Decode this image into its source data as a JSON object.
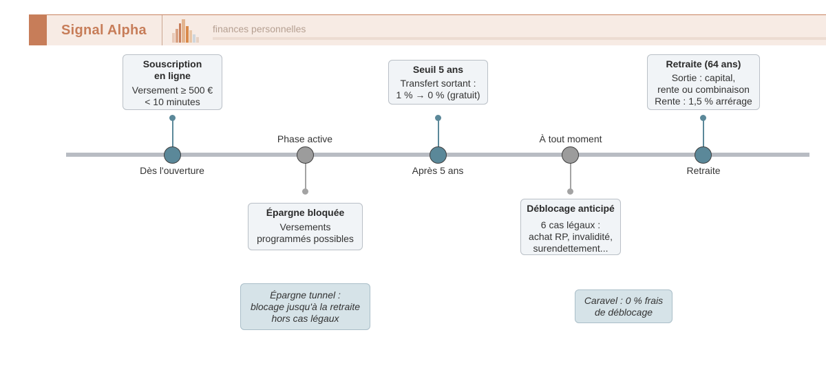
{
  "header": {
    "brand": "Signal Alpha",
    "tagline": "finances personnelles",
    "logo_icon": "bar-chart-logo-icon"
  },
  "colors": {
    "accent": "#c77d59",
    "milestone": "#5b8899",
    "phase": "#9c9c9c",
    "axis": "#b8bcc3"
  },
  "timeline": {
    "points": [
      {
        "label": "Dès l'ouverture",
        "type": "milestone"
      },
      {
        "label": "Phase active",
        "type": "phase"
      },
      {
        "label": "Après 5 ans",
        "type": "milestone"
      },
      {
        "label": "À tout moment",
        "type": "phase"
      },
      {
        "label": "Retraite",
        "type": "milestone"
      }
    ]
  },
  "cards": [
    {
      "title": [
        "Souscription",
        "en ligne"
      ],
      "body": [
        "Versement ≥ 500 €",
        "< 10 minutes"
      ]
    },
    {
      "title": [
        "Épargne bloquée"
      ],
      "body": [
        "Versements",
        "programmés possibles"
      ]
    },
    {
      "title": [
        "Seuil 5 ans"
      ],
      "body": [
        "Transfert sortant :",
        "1 % → 0 % (gratuit)"
      ]
    },
    {
      "title": [
        "Déblocage anticipé"
      ],
      "body": [
        "6 cas légaux :",
        "achat RP, invalidité,",
        "surendettement..."
      ]
    },
    {
      "title": [
        "Retraite (64 ans)"
      ],
      "body": [
        "Sortie : capital,",
        "rente ou combinaison",
        "Rente : 1,5 % arrérage"
      ]
    }
  ],
  "notes": [
    {
      "lines": [
        "Épargne tunnel :",
        "blocage jusqu'à la retraite",
        "hors cas légaux"
      ]
    },
    {
      "lines": [
        "Caravel : 0 % frais",
        "de déblocage"
      ]
    }
  ]
}
